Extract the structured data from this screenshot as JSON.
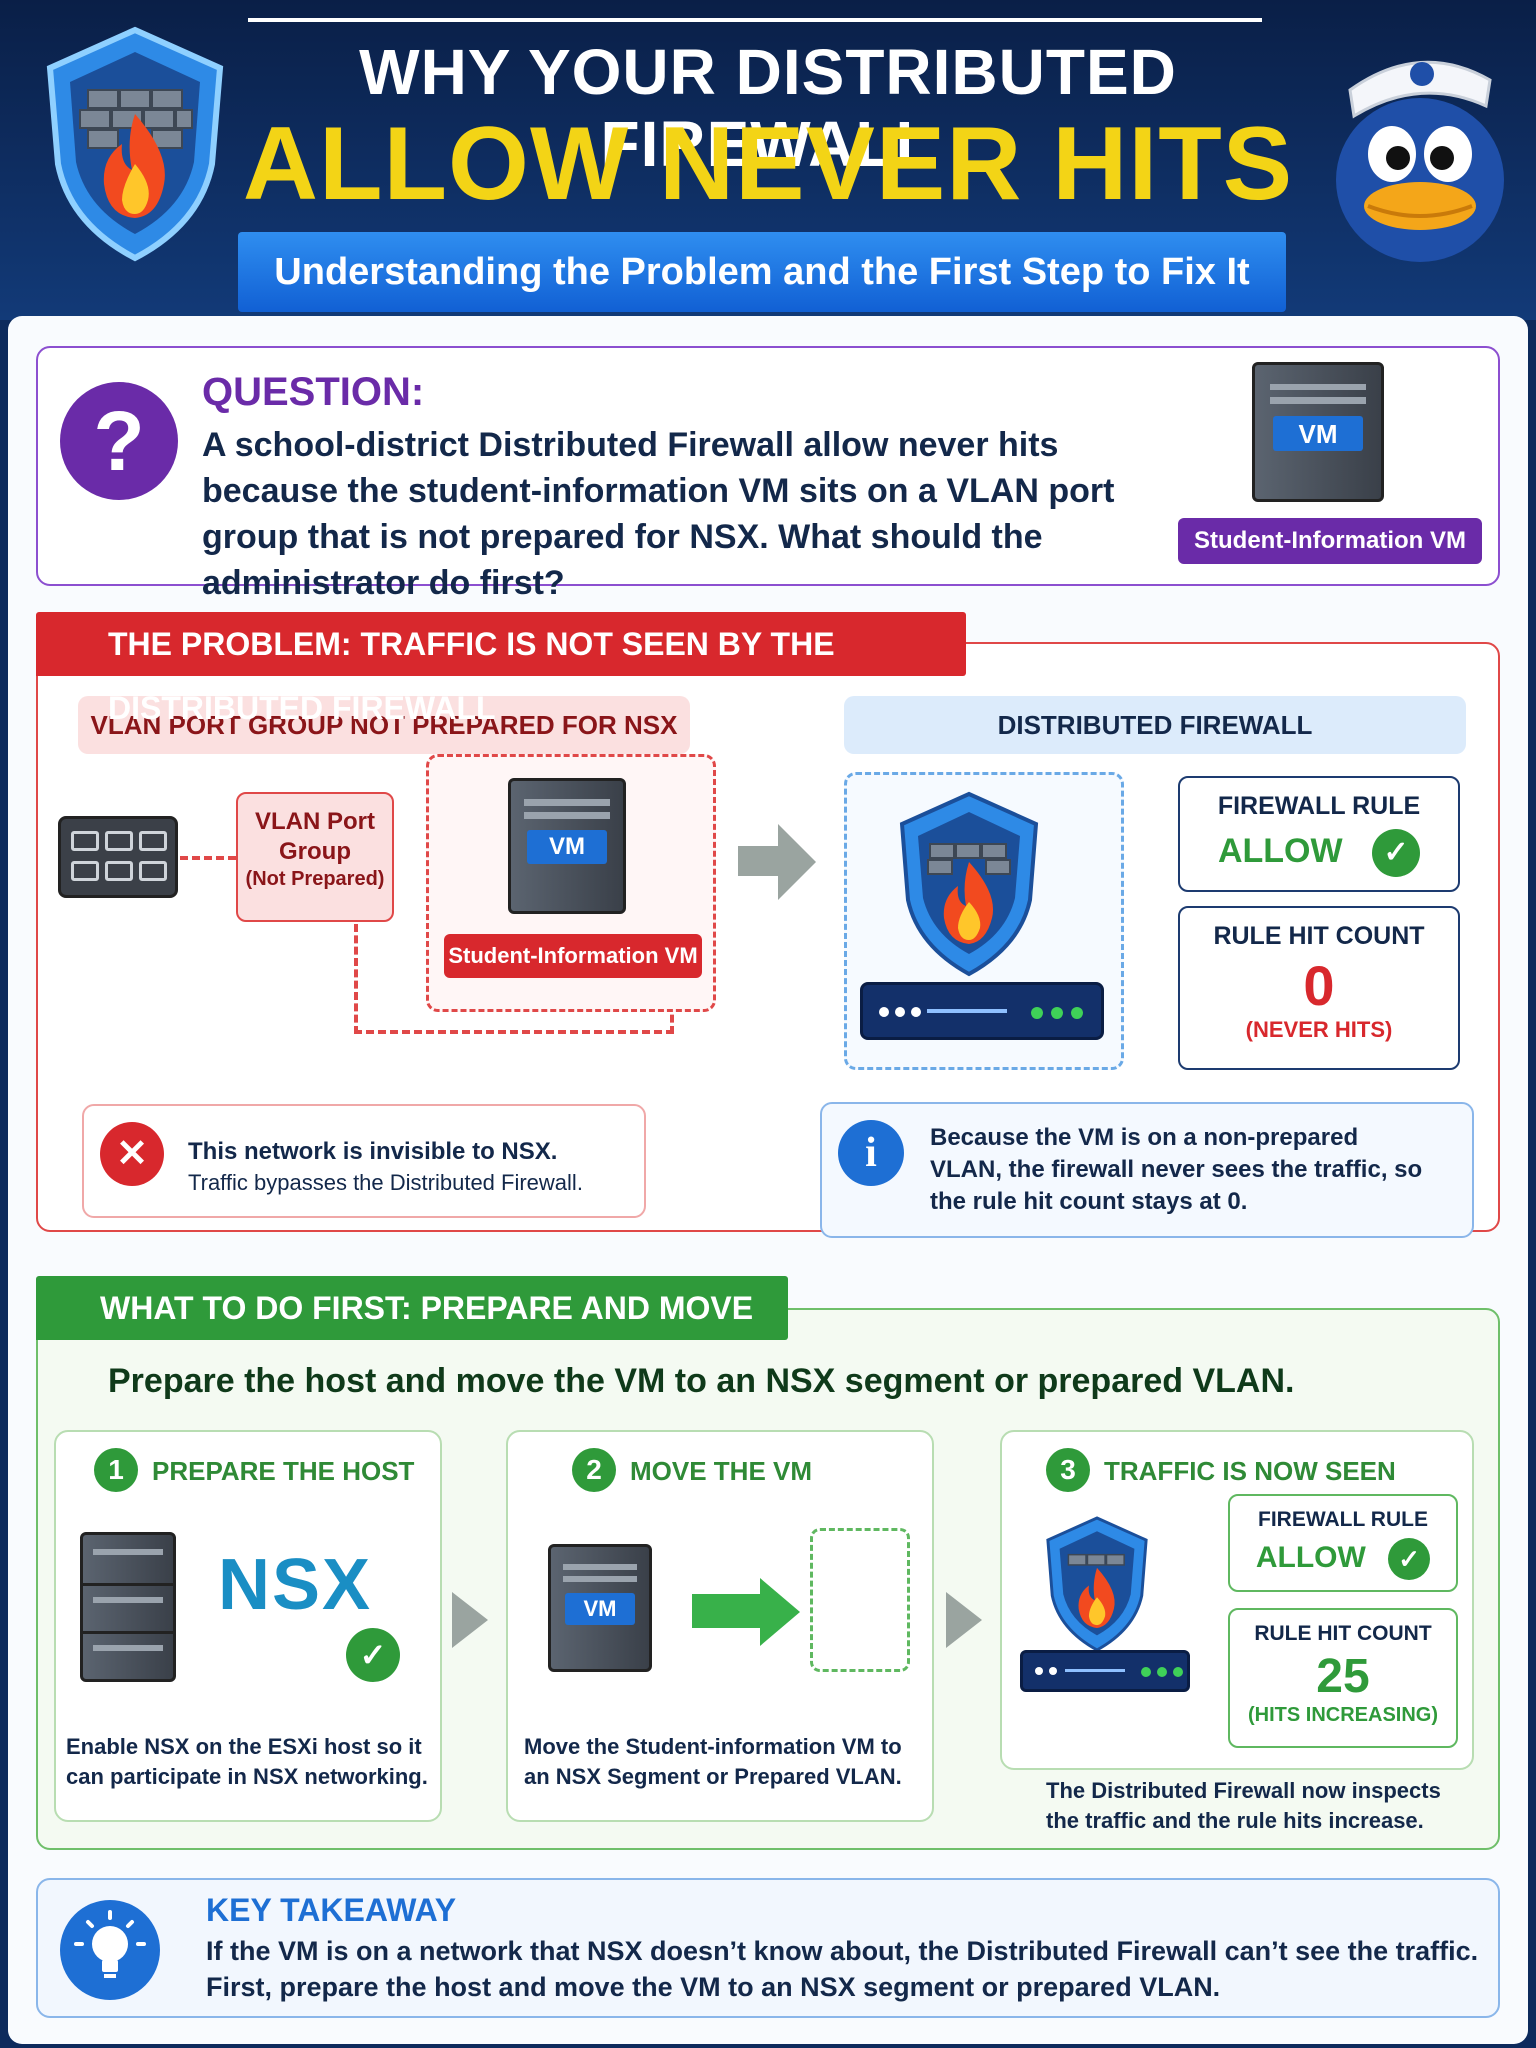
{
  "header": {
    "title_line1": "WHY YOUR DISTRIBUTED FIREWALL",
    "title_line2": "ALLOW NEVER HITS",
    "subtitle": "Understanding the Problem and the First Step to Fix It"
  },
  "question": {
    "title": "QUESTION:",
    "text": "A school-district Distributed Firewall allow never hits because the student-information VM sits on a VLAN port group that is not prepared for NSX. What should the administrator do first?",
    "vm_label": "VM",
    "vm_badge": "Student-Information VM"
  },
  "problem": {
    "title": "THE PROBLEM: TRAFFIC IS NOT SEEN BY THE DISTRIBUTED FIREWALL",
    "left_header": "VLAN PORT GROUP NOT PREPARED FOR NSX",
    "right_header": "DISTRIBUTED FIREWALL",
    "port_group_line1": "VLAN Port",
    "port_group_line2": "Group",
    "port_group_line3": "(Not Prepared)",
    "vm_label": "VM",
    "vm_badge": "Student-Information VM",
    "rule_title": "FIREWALL RULE",
    "rule_value": "ALLOW",
    "hit_title": "RULE HIT COUNT",
    "hit_value": "0",
    "hit_note": "(NEVER HITS)",
    "warn_line1": "This network is invisible to NSX.",
    "warn_line2": "Traffic bypasses the Distributed Firewall.",
    "info_text": "Because the VM is on a non-prepared VLAN, the firewall never sees the traffic, so the rule hit count stays at 0."
  },
  "solution": {
    "title": "WHAT TO DO FIRST: PREPARE AND MOVE",
    "headline": "Prepare the host and move the VM to an NSX segment or prepared VLAN.",
    "steps": [
      {
        "num": "1",
        "title": "PREPARE THE HOST",
        "text": "Enable NSX on the ESXi host so it can participate in NSX networking.",
        "logo": "NSX"
      },
      {
        "num": "2",
        "title": "MOVE THE VM",
        "text": "Move the Student-information VM to an NSX Segment or Prepared VLAN.",
        "vm_label": "VM"
      },
      {
        "num": "3",
        "title": "TRAFFIC IS NOW SEEN",
        "text": "The Distributed Firewall now inspects the traffic and the rule hits increase.",
        "rule_title": "FIREWALL RULE",
        "rule_value": "ALLOW",
        "hit_title": "RULE HIT COUNT",
        "hit_value": "25",
        "hit_note": "(HITS INCREASING)"
      }
    ]
  },
  "takeaway": {
    "title": "KEY TAKEAWAY",
    "line1": "If the VM is on a network that NSX doesn’t know about, the Distributed Firewall can’t see the traffic.",
    "line2": "First, prepare the host and move the VM to an NSX segment or prepared VLAN."
  },
  "colors": {
    "purple": "#6a2ba8",
    "red": "#d8282d",
    "green": "#2f9a3a",
    "blue": "#1e6fd4",
    "yellow": "#f3d416"
  },
  "icons": [
    "shield-firewall-icon",
    "duck-mascot-icon",
    "question-icon",
    "server-vm-icon",
    "network-switch-icon",
    "arrow-right-icon",
    "error-x-icon",
    "info-icon",
    "check-icon",
    "lightbulb-icon"
  ]
}
